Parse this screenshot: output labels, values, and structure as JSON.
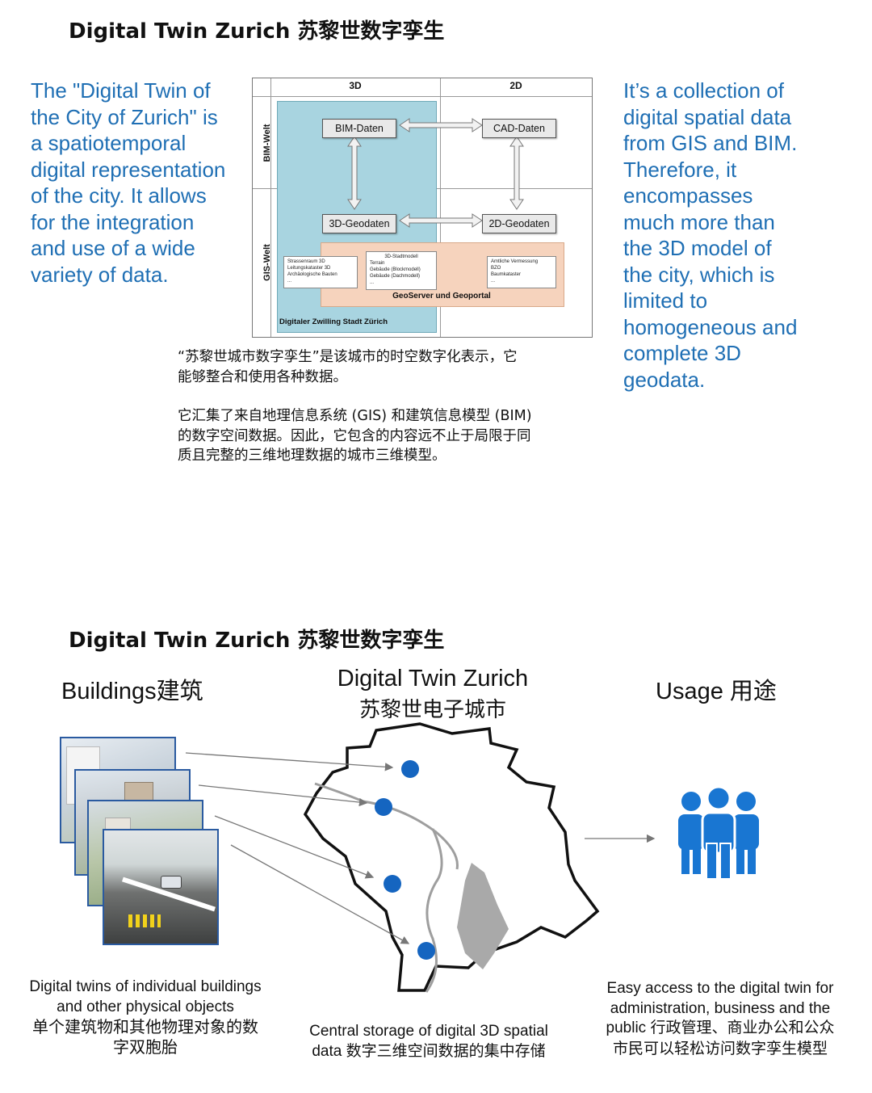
{
  "section1": {
    "title": "Digital Twin Zurich  苏黎世数字孪生",
    "left_lines": [
      "The \"Digital Twin of",
      "the City of Zurich\" is",
      "a spatiotemporal",
      "digital representation",
      "of the city. It allows",
      "for the integration",
      "and use of a wide",
      "variety of data."
    ],
    "right_lines": [
      "It’s a collection of",
      "digital spatial data",
      "from GIS and BIM.",
      "Therefore, it",
      "encompasses",
      "much more than",
      "the 3D model of",
      "the city, which is",
      "limited to",
      "homogeneous and",
      "complete 3D",
      "geodata."
    ],
    "zh_para1": [
      "“苏黎世城市数字孪生”是该城市的时空数字化表示，它",
      "能够整合和使用各种数据。"
    ],
    "zh_para2": [
      "它汇集了来自地理信息系统 (GIS) 和建筑信息模型 (BIM)",
      "的数字空间数据。因此，它包含的内容远不止于局限于同",
      "质且完整的三维地理数据的城市三维模型。"
    ],
    "diagram": {
      "col_3d": "3D",
      "col_2d": "2D",
      "row_bim": "BIM-Welt",
      "row_gis": "GIS-Welt",
      "bim_daten": "BIM-Daten",
      "cad_daten": "CAD-Daten",
      "geo3d": "3D-Geodaten",
      "geo2d": "2D-Geodaten",
      "list_left": [
        "Strassenraum 3D",
        "Leitungskataster 3D",
        "Archäologische Bauten",
        "..."
      ],
      "list_mid_title": "3D-Stadtmodell",
      "list_mid": [
        "Terrain",
        "Gebäude (Blockmodell)",
        "Gebäude (Dachmodell)",
        "..."
      ],
      "list_right": [
        "Amtliche Vermessung",
        "BZO",
        "Baumkataster",
        "..."
      ],
      "geoserver": "GeoServer und Geoportal",
      "footer": "Digitaler Zwilling Stadt Zürich"
    }
  },
  "section2": {
    "title": "Digital Twin Zurich  苏黎世数字孪生",
    "buildings_heading": "Buildings建筑",
    "center_heading": "Digital Twin Zurich",
    "center_heading_zh": "苏黎世电子城市",
    "usage_heading": "Usage 用途",
    "caption_left": [
      "Digital twins of individual buildings",
      "and other physical objects",
      "单个建筑物和其他物理对象的数",
      "字双胞胎"
    ],
    "caption_center": [
      "Central storage of digital 3D spatial",
      "data 数字三维空间数据的集中存储"
    ],
    "caption_right": [
      "Easy access to the digital twin for",
      "administration, business and the",
      "public 行政管理、商业办公和公众",
      "市民可以轻松访问数字孪生模型"
    ],
    "icons": {
      "people": "people-group-icon"
    },
    "colors": {
      "accent_blue": "#1f6fb4",
      "dot_blue": "#1565c0",
      "people_blue": "#1976d2",
      "diagram_blue": "#a8d4e0",
      "diagram_orange": "#f6d3bd"
    }
  }
}
